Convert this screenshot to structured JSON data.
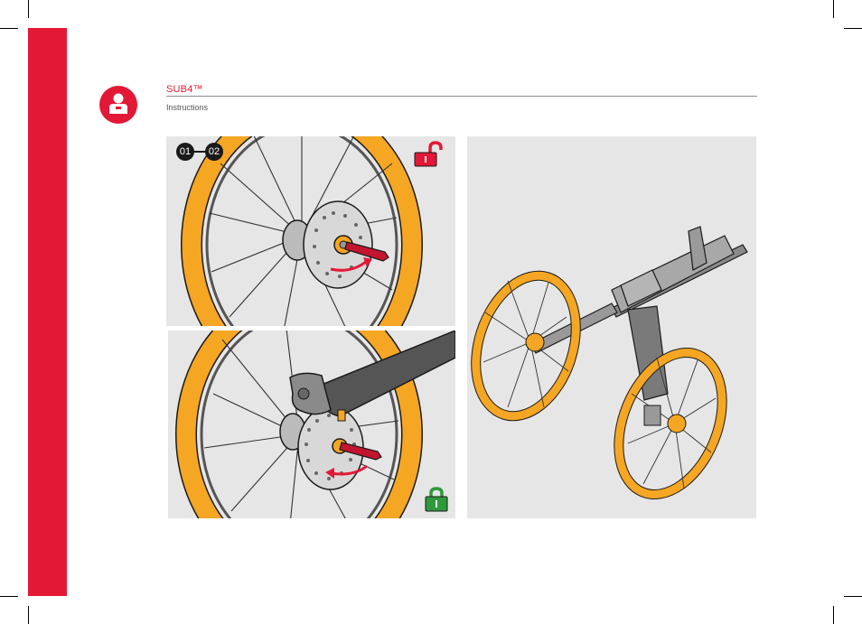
{
  "header": {
    "title": "SUB4™",
    "subtitle": "Instructions"
  },
  "steps": {
    "first": "01",
    "second": "02"
  },
  "icons": {
    "badge": "user-icon",
    "unlock": "unlock-icon",
    "lock": "lock-icon"
  },
  "colors": {
    "brand_red": "#e31836",
    "tire_orange": "#f5a623",
    "lock_green": "#2e9a3c",
    "panel_grey": "#e6e6e6"
  }
}
